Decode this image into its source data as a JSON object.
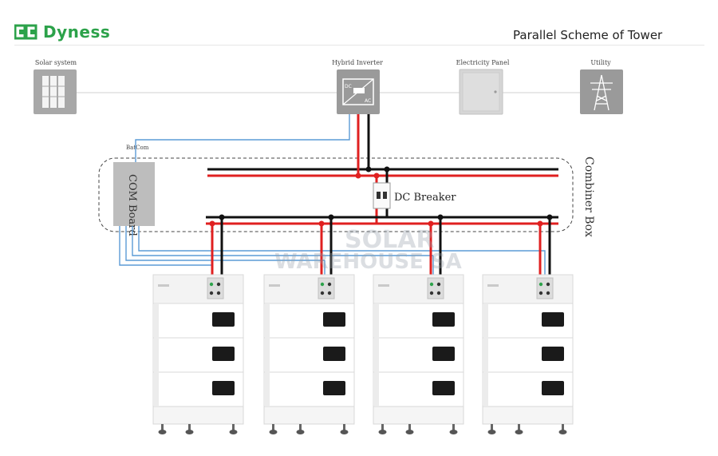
{
  "brand": {
    "name": "Dyness"
  },
  "title": "Parallel Scheme of Tower",
  "devices": {
    "solar": "Solar system",
    "inverter": "Hybrid Inverter",
    "panel": "Electricity Panel",
    "utility": "Utility"
  },
  "inverter_icon": {
    "dc": "DC",
    "ac": "AC"
  },
  "combiner": {
    "label": "Combiner Box",
    "com_board": "COM Board",
    "batcom": "BatCom",
    "breaker": "DC Breaker"
  },
  "watermark": {
    "line1": "SOLAR",
    "line2": "WAREHOUSE SA"
  },
  "colors": {
    "positive": "#e02020",
    "negative": "#111111",
    "comm": "#5b9bd5",
    "brand": "#2ca24a"
  },
  "battery_count": 4
}
